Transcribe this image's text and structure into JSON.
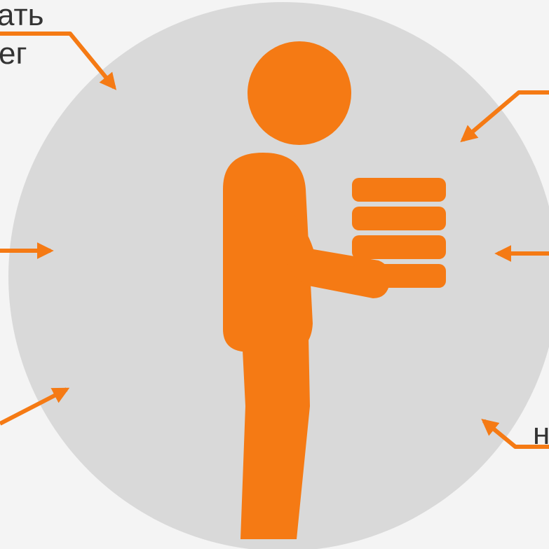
{
  "colors": {
    "accent": "#f57a14",
    "circle": "#d9d9d9",
    "background": "#f4f4f4",
    "text": "#333333"
  },
  "labels": {
    "top_left_line1": "ать",
    "top_left_line2": "ег",
    "bottom_right": "н"
  },
  "icons": {
    "figure": "person-carrying-books-icon",
    "books": "book-stack-icon"
  }
}
